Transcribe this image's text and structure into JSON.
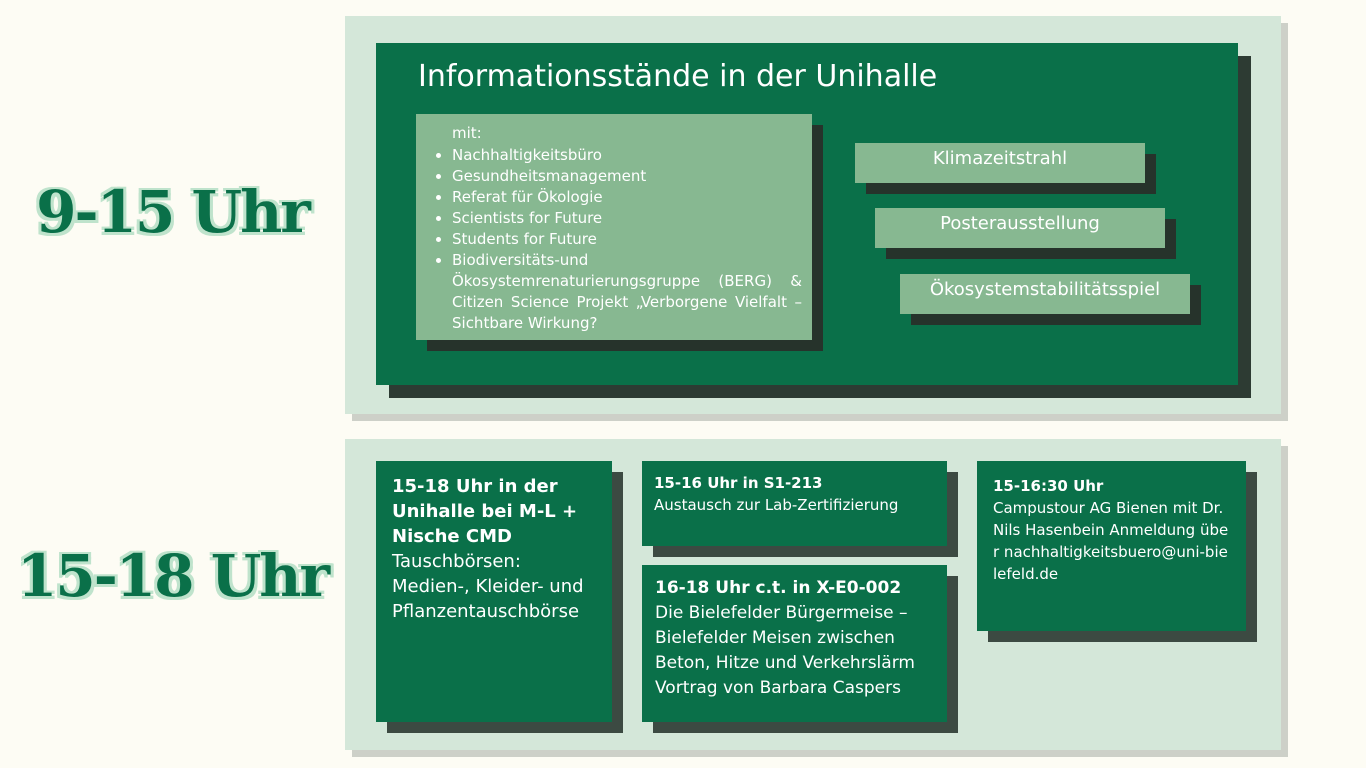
{
  "morning": {
    "time_label": "9-15 Uhr",
    "title": "Informationsstände in der Unihalle",
    "intro": "mit:",
    "list": [
      "Nachhaltigkeitsbüro",
      "Gesundheitsmanagement",
      "Referat für Ökologie",
      "Scientists for Future",
      "Students for Future",
      "Biodiversitäts-und Ökosystemrenaturierungsgruppe (BERG) & Citizen Science Projekt „Verborgene Vielfalt – Sichtbare Wirkung?"
    ],
    "tags": [
      "Klimazeitstrahl",
      "Posterausstellung",
      "Ökosystemstabilitätsspiel"
    ]
  },
  "afternoon": {
    "time_label": "15-18 Uhr",
    "box1": {
      "heading": "15-18 Uhr in der Unihalle bei M-L + Nische CMD",
      "body": "Tauschbörsen: Medien-, Kleider- und Pflanzentauschbörse"
    },
    "box2": {
      "heading": "15-16 Uhr in S1-213",
      "body": "Austausch zur Lab-Zertifizierung"
    },
    "box3": {
      "heading": "16-18 Uhr c.t. in X-E0-002",
      "body": "Die Bielefelder Bürgermeise – Bielefelder Meisen zwischen Beton, Hitze und Verkehrslärm Vortrag von Barbara Caspers"
    },
    "box4": {
      "heading": "15-16:30 Uhr",
      "body": "Campustour AG Bienen mit Dr. Nils Hasenbein Anmeldung über nachhaltigkeitsbuero@uni-bielefeld.de"
    }
  }
}
